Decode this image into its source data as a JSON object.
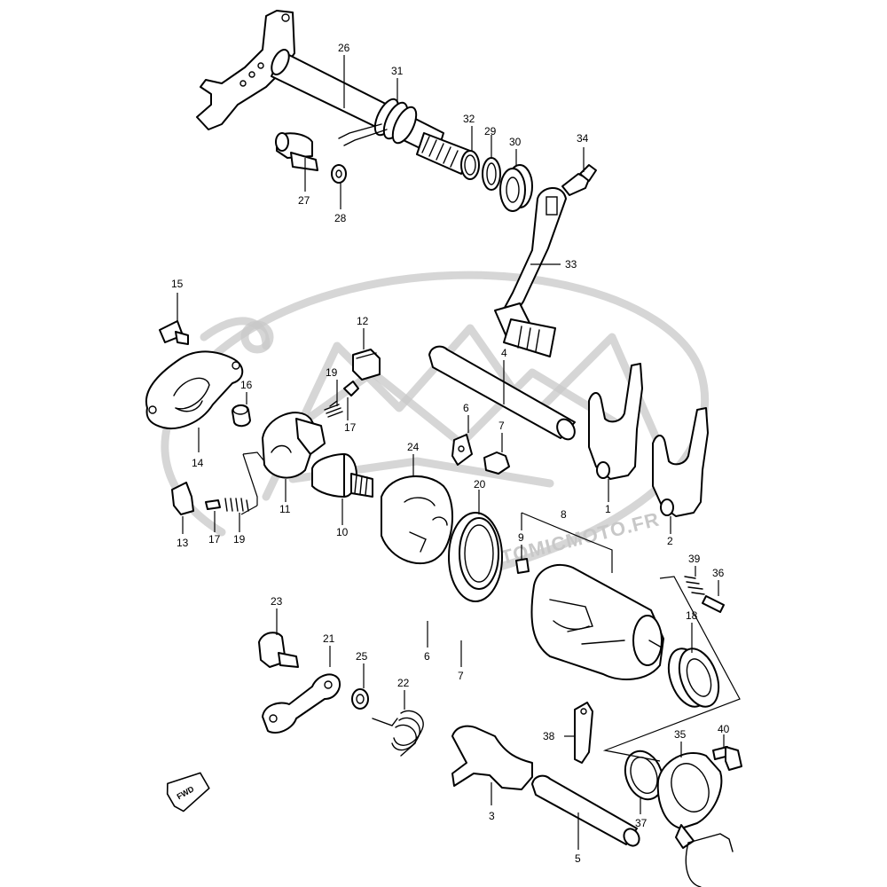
{
  "diagram": {
    "type": "exploded parts diagram",
    "callouts": {
      "c1": "1",
      "c2": "2",
      "c3": "3",
      "c4": "4",
      "c5": "5",
      "c6a": "6",
      "c6b": "6",
      "c7a": "7",
      "c7b": "7",
      "c8": "8",
      "c9": "9",
      "c10": "10",
      "c11": "11",
      "c12": "12",
      "c13": "13",
      "c14": "14",
      "c15": "15",
      "c16": "16",
      "c17a": "17",
      "c17b": "17",
      "c18": "18",
      "c19a": "19",
      "c19b": "19",
      "c20": "20",
      "c21": "21",
      "c22": "22",
      "c23": "23",
      "c24": "24",
      "c25": "25",
      "c26": "26",
      "c27": "27",
      "c28": "28",
      "c29": "29",
      "c30": "30",
      "c31": "31",
      "c32": "32",
      "c33": "33",
      "c34": "34",
      "c35": "35",
      "c36": "36",
      "c37": "37",
      "c38": "38",
      "c39": "39",
      "c40": "40"
    },
    "fwd_label": "FWD",
    "watermark_text": "ATOMICMOTO.FR",
    "colors": {
      "line": "#000000",
      "background": "#ffffff",
      "watermark": "#c8c8c8"
    }
  }
}
